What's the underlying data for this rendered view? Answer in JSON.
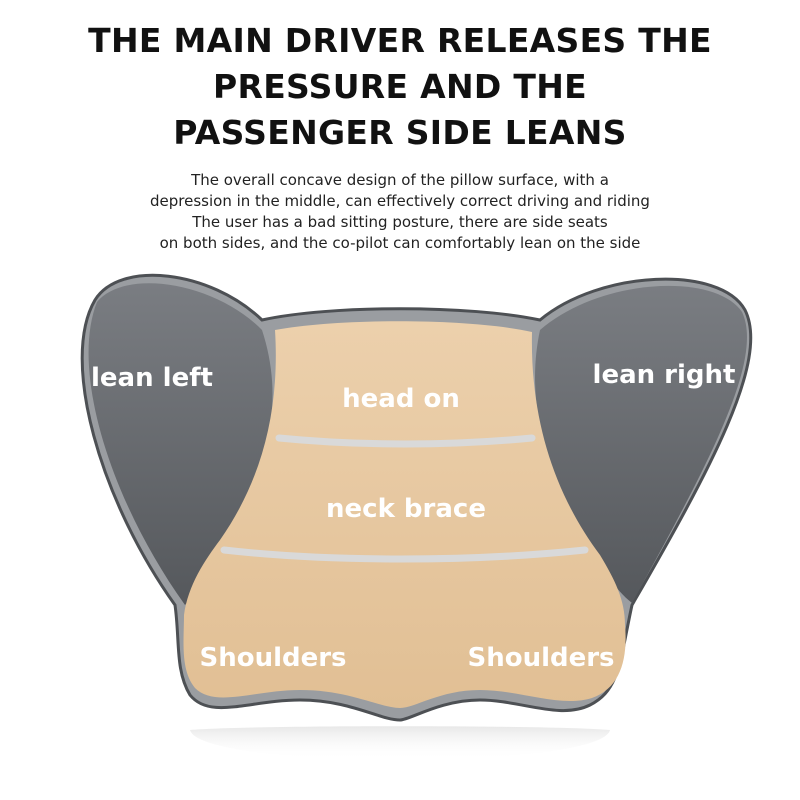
{
  "headline": {
    "line1": "THE MAIN DRIVER RELEASES THE",
    "line2": "PRESSURE AND THE",
    "line3": "PASSENGER SIDE LEANS"
  },
  "description": {
    "line1": "The overall concave design of the pillow surface, with a",
    "line2": "depression in the middle, can effectively correct driving and riding",
    "line3": "The user has a bad sitting posture, there are side seats",
    "line4": "on both sides, and the co-pilot can comfortably lean on the side"
  },
  "pillow": {
    "zones": {
      "lean_left": "lean left",
      "lean_right": "lean right",
      "head_on": "head on",
      "neck_brace": "neck brace",
      "shoulders_left": "Shoulders",
      "shoulders_right": "Shoulders"
    },
    "colors": {
      "wing": "#6b6e72",
      "cushion": "#e8c9a2",
      "piping": "#d9d9d9",
      "label": "#ffffff"
    }
  }
}
